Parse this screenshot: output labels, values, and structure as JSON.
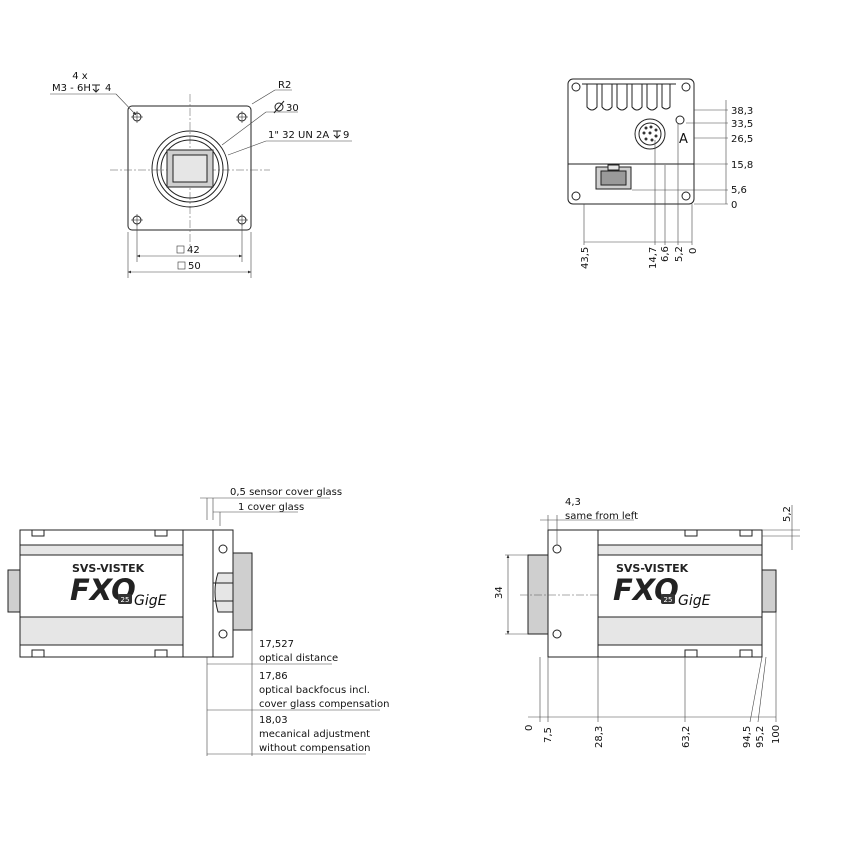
{
  "front_view": {
    "holes_qty": "4 x",
    "holes_thread": "M3 - 6H",
    "holes_depth": "4",
    "corner_radius": "R2",
    "diameter": "30",
    "mount_thread": "1\" 32 UN 2A",
    "mount_depth": "9",
    "inner_square": "42",
    "outer_square": "50"
  },
  "rear_view": {
    "right_dims": [
      "38,3",
      "33,5",
      "26,5",
      "15,8",
      "5,6",
      "0"
    ],
    "connector_label": "A",
    "bottom_dims": [
      "43,5",
      "14,7",
      "6,6",
      "5,2",
      "0"
    ]
  },
  "side_view_left": {
    "brand": "SVS-VISTEK",
    "model": "FXO",
    "suffix": "GigE",
    "badge": "25",
    "note_sensor_glass": "0,5 sensor cover glass",
    "note_cover_glass": "1 cover glass",
    "d1_value": "17,527",
    "d1_label": "optical distance",
    "d2_value": "17,86",
    "d2_label_1": "optical backfocus incl.",
    "d2_label_2": "cover glass compensation",
    "d3_value": "18,03",
    "d3_label_1": "mecanical adjustment",
    "d3_label_2": "without compensation"
  },
  "side_view_right": {
    "brand": "SVS-VISTEK",
    "model": "FXO",
    "suffix": "GigE",
    "badge": "25",
    "top_value": "4,3",
    "top_note": "same from left",
    "right_top": "5,2",
    "height": "34",
    "bottom_dims": [
      "0",
      "7,5",
      "28,3",
      "63,2",
      "94,5",
      "95,2",
      "100"
    ]
  }
}
